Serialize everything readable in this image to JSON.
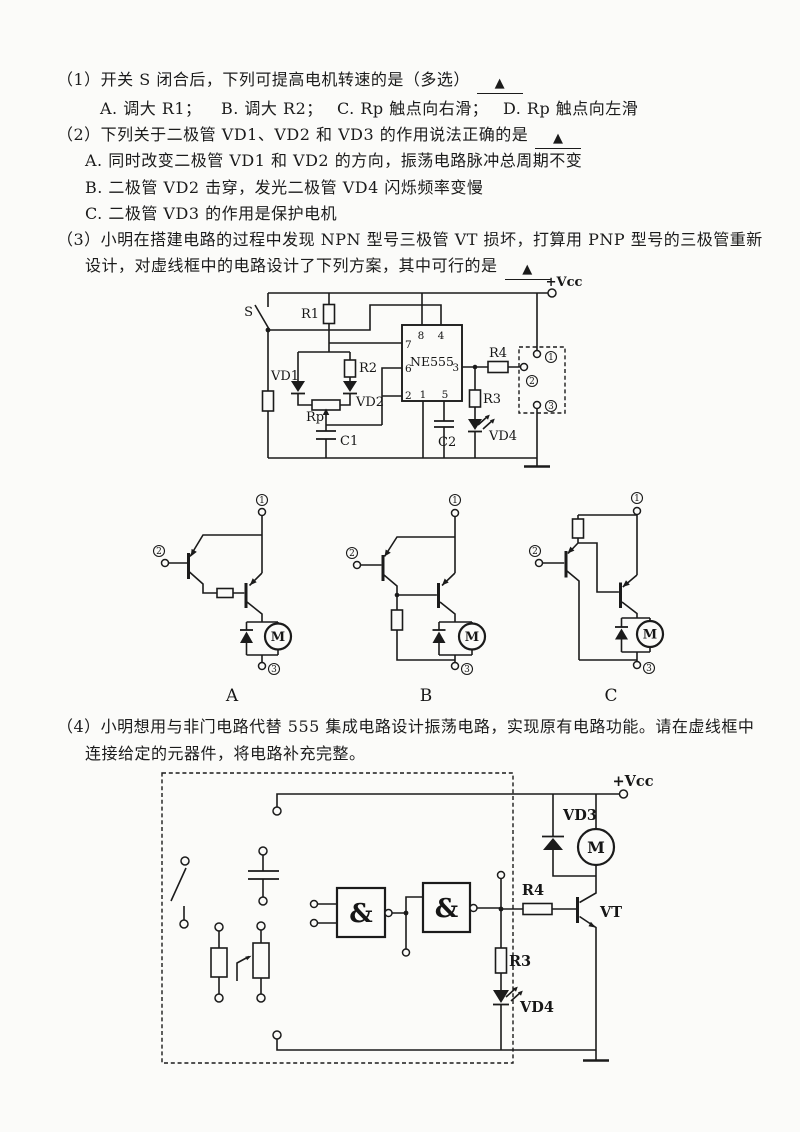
{
  "page": {
    "background": "#fbfbf9",
    "ink": "#1b1b1b"
  },
  "questions": {
    "q1": {
      "text": "（1）开关 S 闭合后，下列可提高电机转速的是（多选）",
      "blank": "▲",
      "options": [
        "A. 调大 R1；",
        "B. 调大 R2；",
        "C. Rp 触点向右滑；",
        "D. Rp 触点向左滑"
      ]
    },
    "q2": {
      "text": "（2）下列关于二极管 VD1、VD2 和 VD3 的作用说法正确的是",
      "blank": "▲",
      "options": [
        "A. 同时改变二极管 VD1 和 VD2 的方向，振荡电路脉冲总周期不变",
        "B. 二极管 VD2 击穿，发光二极管 VD4 闪烁频率变慢",
        "C. 二极管 VD3 的作用是保护电机"
      ]
    },
    "q3": {
      "line1": "（3）小明在搭建电路的过程中发现 NPN 型号三极管 VT 损坏，打算用 PNP 型号的三极管重新",
      "line2": "设计，对虚线框中的电路设计了下列方案，其中可行的是",
      "blank": "▲"
    },
    "q4": {
      "line1": "（4）小明想用与非门电路代替 555 集成电路设计振荡电路，实现原有电路功能。请在虚线框中",
      "line2": "连接给定的元器件，将电路补充完整。"
    }
  },
  "circuit555": {
    "vcc": "+Vcc",
    "switch": "S",
    "r1": "R1",
    "r2": "R2",
    "vd1": "VD1",
    "vd2": "VD2",
    "rp": "Rp",
    "c1": "C1",
    "ic": "NE555",
    "pin1": "1",
    "pin2": "2",
    "pin3": "3",
    "pin4": "4",
    "pin5": "5",
    "pin6": "6",
    "pin7": "7",
    "pin8": "8",
    "r3": "R3",
    "r4": "R4",
    "c2": "C2",
    "vd4": "VD4",
    "t1": "1",
    "t2": "2",
    "t3": "3"
  },
  "options3": {
    "labels": {
      "a": "A",
      "b": "B",
      "c": "C"
    },
    "motor": "M",
    "t1": "1",
    "t2": "2",
    "t3": "3"
  },
  "nand": {
    "vcc": "+Vcc",
    "vd3": "VD3",
    "motor": "M",
    "gate": "&",
    "r4": "R4",
    "vt": "VT",
    "r3": "R3",
    "vd4": "VD4"
  }
}
